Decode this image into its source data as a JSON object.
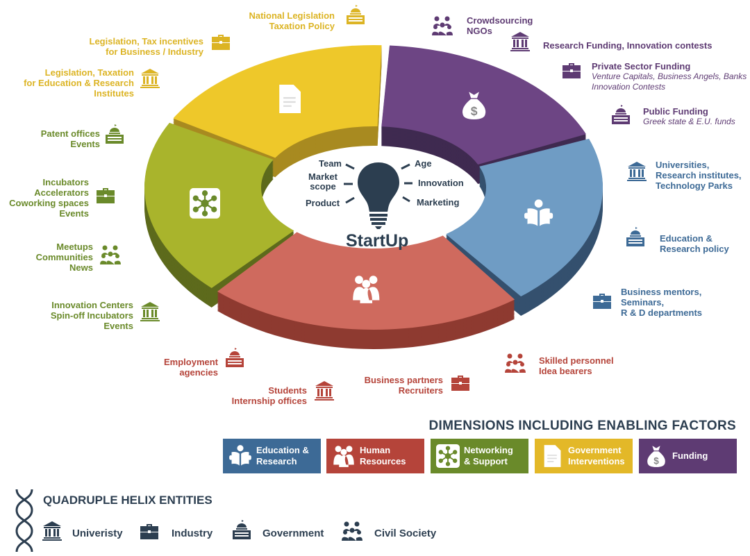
{
  "center": {
    "title": "StartUp",
    "factors": [
      "Team",
      "Market scope",
      "Product",
      "Age",
      "Innovation",
      "Marketing"
    ]
  },
  "government_labels": [
    {
      "text": [
        "National Legislation",
        "Taxation Policy"
      ],
      "icon": "capitol-icon"
    },
    {
      "text": [
        "Legislation, Tax incentives",
        "for Business / Industry"
      ],
      "icon": "briefcase-icon"
    },
    {
      "text": [
        "Legislation, Taxation",
        "for Education & Research",
        "Institutes"
      ],
      "icon": "columns-icon"
    }
  ],
  "networking_labels": [
    {
      "text": [
        "Patent offices",
        "Events"
      ],
      "icon": "capitol-icon"
    },
    {
      "text": [
        "Incubators",
        "Accelerators",
        "Coworking spaces",
        "Events"
      ],
      "icon": "briefcase-icon"
    },
    {
      "text": [
        "Meetups",
        "Communities",
        "News"
      ],
      "icon": "people-icon"
    },
    {
      "text": [
        "Innovation Centers",
        "Spin-off Incubators",
        "Events"
      ],
      "icon": "columns-icon"
    }
  ],
  "human_labels": [
    {
      "text": [
        "Employment",
        "agencies"
      ],
      "icon": "capitol-icon"
    },
    {
      "text": [
        "Students",
        "Internship offices"
      ],
      "icon": "columns-icon"
    },
    {
      "text": [
        "Business partners",
        "Recruiters"
      ],
      "icon": "briefcase-icon"
    },
    {
      "text": [
        "Skilled personnel",
        "Idea bearers"
      ],
      "icon": "people-icon"
    }
  ],
  "funding_labels": [
    {
      "text": [
        "Crowdsourcing",
        "NGOs"
      ],
      "icon": "people-icon"
    },
    {
      "text": [
        "Research Funding, Innovation contests"
      ],
      "icon": "columns-icon"
    },
    {
      "text": [
        "Private Sector Funding"
      ],
      "sub": [
        "Venture Capitals, Business Angels, Banks",
        "Innovation Contests"
      ],
      "icon": "briefcase-icon"
    },
    {
      "text": [
        "Public Funding"
      ],
      "sub": [
        "Greek state & E.U. funds"
      ],
      "icon": "capitol-icon"
    }
  ],
  "education_labels": [
    {
      "text": [
        "Universities,",
        "Research institutes,",
        "Technology Parks"
      ],
      "icon": "columns-icon"
    },
    {
      "text": [
        "Education &",
        "Research policy"
      ],
      "icon": "capitol-icon"
    },
    {
      "text": [
        "Business mentors,",
        "Seminars,",
        "R & D departments"
      ],
      "icon": "briefcase-icon"
    }
  ],
  "legend": {
    "title": "DIMENSIONS INCLUDING ENABLING FACTORS",
    "items": [
      {
        "label": [
          "Education &",
          "Research"
        ],
        "color": "#3d6a96"
      },
      {
        "label": [
          "Human",
          "Resources"
        ],
        "color": "#b5443a"
      },
      {
        "label": [
          "Networking",
          "& Support"
        ],
        "color": "#6a8a2a"
      },
      {
        "label": [
          "Government",
          "Interventions"
        ],
        "color": "#e3b828"
      },
      {
        "label": [
          "Funding"
        ],
        "color": "#5e3b73"
      }
    ]
  },
  "helix": {
    "title": "QUADRUPLE HELIX ENTITIES",
    "entities": [
      "Univeristy",
      "Industry",
      "Government",
      "Civil Society"
    ]
  },
  "colors": {
    "government": "#eec82a",
    "networking": "#a9b42c",
    "funding": "#6d4584",
    "education": "#6f9cc4",
    "human": "#cf6a5e"
  }
}
